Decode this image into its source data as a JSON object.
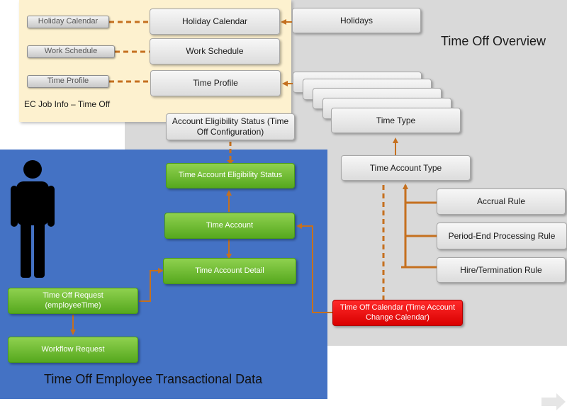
{
  "overview_title": "Time Off Overview",
  "ec_job_info_label": "EC Job Info – Time Off",
  "transactional_title": "Time Off Employee Transactional Data",
  "job_info_fields": [
    "Holiday Calendar",
    "Work Schedule",
    "Time Profile"
  ],
  "config": {
    "holiday_calendar": "Holiday Calendar",
    "holidays": "Holidays",
    "work_schedule": "Work Schedule",
    "time_profile": "Time  Profile",
    "time_type": "Time Type",
    "time_account_type": "Time  Account Type",
    "accrual_rule": "Accrual Rule",
    "period_end_rule": "Period-End  Processing Rule",
    "hire_termination_rule": "Hire/Termination Rule",
    "account_eligibility_status": "Account Eligibility Status (Time Off Configuration)"
  },
  "transactional": {
    "eligibility_status": "Time Account Eligibility Status",
    "time_account": "Time Account",
    "time_account_detail": "Time Account Detail",
    "time_off_request": "Time  Off Request (employeeTime)",
    "workflow_request": "Workflow Request",
    "time_off_calendar": "Time  Off Calendar (Time Account Change Calendar)"
  },
  "colors": {
    "connector": "#c5701f",
    "blue_panel": "#4472c4",
    "green_box": "#6dbb2f",
    "red_box": "#ee0000",
    "yellow_panel": "#fdf1cf",
    "gray_panel": "#d9d9d9"
  },
  "icons": [
    "person-silhouette-icon",
    "next-arrow-icon"
  ]
}
